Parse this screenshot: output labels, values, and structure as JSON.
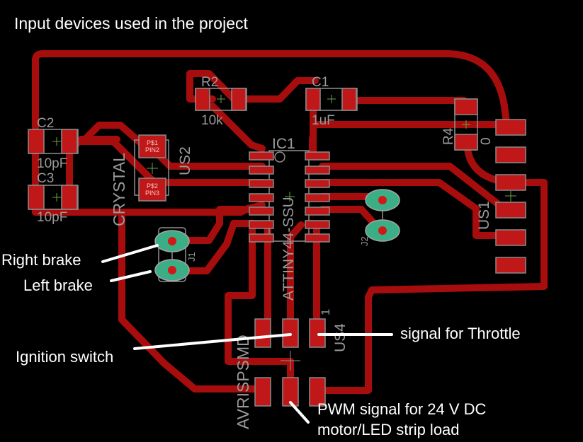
{
  "title": "Input devices used in the project",
  "colors": {
    "background": "#000000",
    "copper_trace": "#a80d0d",
    "smd_pad": "#c01818",
    "through_hole_pad": "#3cae86",
    "silkscreen": "#9a9a9a",
    "annotation_text": "#ffffff"
  },
  "components": {
    "c2": {
      "name": "C2",
      "value": "10pF"
    },
    "c3": {
      "name": "C3",
      "value": "10pF"
    },
    "crystal": {
      "name": "CRYSTAL",
      "ref": "US2",
      "pin_a": [
        "P$1",
        "PIN2"
      ],
      "pin_b": [
        "P$2",
        "PIN3"
      ]
    },
    "r2": {
      "name": "R2",
      "value": "10k"
    },
    "c1": {
      "name": "C1",
      "value": "1uF"
    },
    "ic1": {
      "name": "IC1",
      "value": "ATTINY44-SSU"
    },
    "r4": {
      "name": "R4",
      "value": "0"
    },
    "us1": {
      "name": "US1"
    },
    "j1": {
      "name": "J1"
    },
    "j2": {
      "name": "J2"
    },
    "us4": {
      "name": "US4",
      "pin1": "1"
    },
    "avrisp": {
      "name": "AVRISPSMD"
    }
  },
  "annotations": {
    "right_brake": "Right brake",
    "left_brake": "Left brake",
    "ignition_switch": "Ignition switch",
    "throttle": "signal for Throttle",
    "pwm_line1": "PWM signal for 24 V DC",
    "pwm_line2": "motor/LED strip load"
  }
}
